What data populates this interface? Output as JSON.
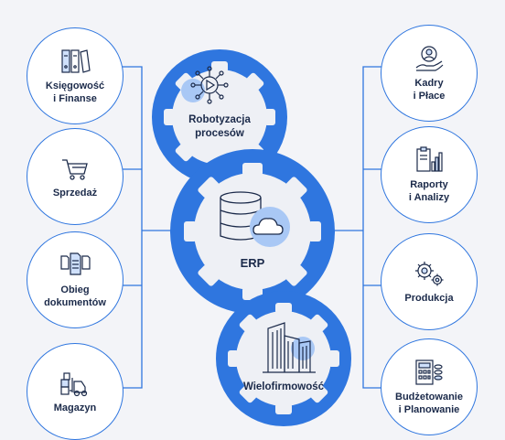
{
  "colors": {
    "accent": "#2f76df",
    "accent_dark": "#1f5fcc",
    "gear_fill": "#eef0f5",
    "text": "#1b2a4a",
    "background": "#f3f4f8"
  },
  "center": {
    "label": "ERP",
    "icon": "database-cloud-icon"
  },
  "top_gear": {
    "label": "Robotyzacja\nprocesów",
    "icon": "automation-play-icon"
  },
  "bottom_gear": {
    "label": "Wielofirmowość",
    "icon": "buildings-icon"
  },
  "left_modules": [
    {
      "label": "Księgowość\ni Finanse",
      "icon": "binders-icon"
    },
    {
      "label": "Sprzedaż",
      "icon": "shopping-cart-icon"
    },
    {
      "label": "Obieg\ndokumentów",
      "icon": "documents-icon"
    },
    {
      "label": "Magazyn",
      "icon": "forklift-icon"
    }
  ],
  "right_modules": [
    {
      "label": "Kadry\ni Płace",
      "icon": "person-hand-icon"
    },
    {
      "label": "Raporty\ni Analizy",
      "icon": "report-chart-icon"
    },
    {
      "label": "Produkcja",
      "icon": "gears-icon"
    },
    {
      "label": "Budżetowanie\ni Planowanie",
      "icon": "calculator-icon"
    }
  ]
}
